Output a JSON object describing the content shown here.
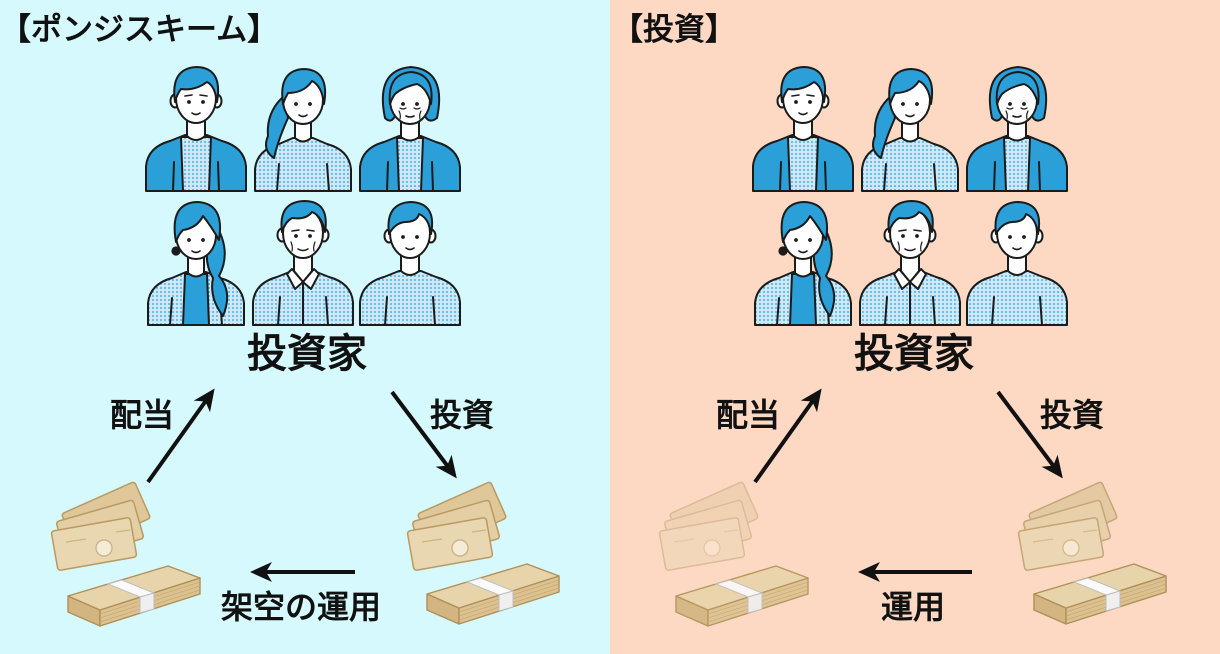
{
  "colors": {
    "ponzi_panel_background": "#d5f9fc",
    "investment_panel_background": "#fdd8c3",
    "illustration_blue": "#2a9fd8",
    "banknote_tan": "#e4cfa4",
    "text": "#111111"
  },
  "icons": {
    "investors": [
      "man-in-jacket-icon",
      "woman-with-ponytail-icon",
      "older-woman-icon",
      "woman-with-long-hair-icon",
      "older-man-icon",
      "young-man-icon"
    ],
    "money": [
      "banknotes-icon",
      "money-bundle-icon"
    ],
    "flow": "arrow-icon"
  },
  "ponzi_panel": {
    "title": "【ポンジスキーム】",
    "investors_label": "投資家",
    "dividend_label": "配当",
    "investment_label": "投資",
    "operation_label": "架空の運用"
  },
  "investment_panel": {
    "title": "【投資】",
    "investors_label": "投資家",
    "dividend_label": "配当",
    "investment_label": "投資",
    "operation_label": "運用"
  }
}
